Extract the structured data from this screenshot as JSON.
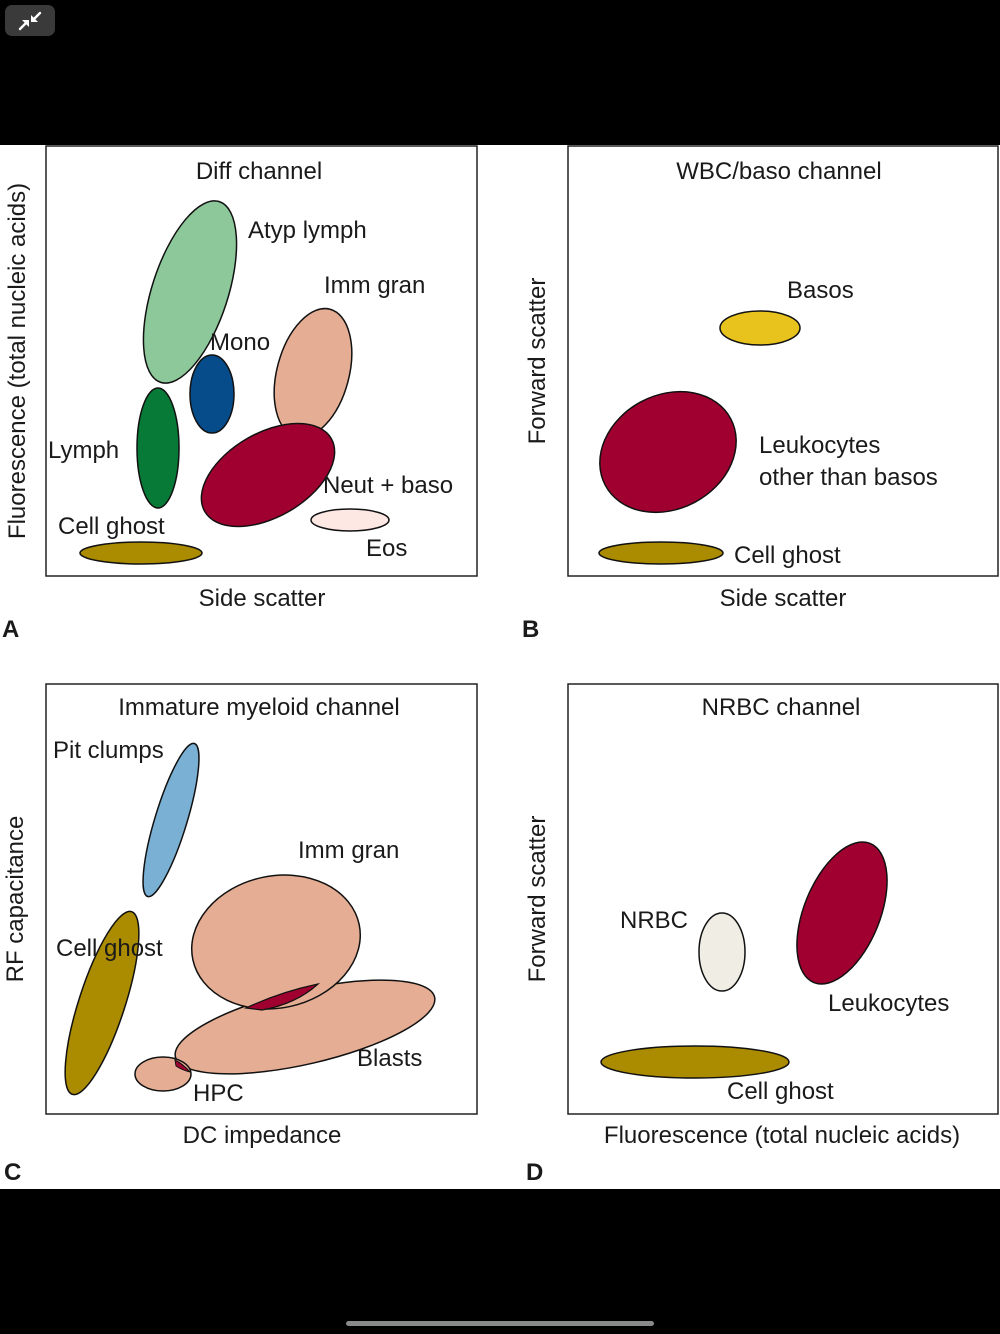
{
  "toolbar": {
    "collapse_icon": "collapse-arrows-icon"
  },
  "colors": {
    "atyp_lymph": "#8dc89a",
    "mono": "#064b8a",
    "lymph": "#067a36",
    "imm_gran": "#e5ad93",
    "neut_baso": "#a00030",
    "eos": "#fde8e4",
    "cell_ghost": "#ab8b00",
    "basos": "#e8c31e",
    "pit_clumps": "#7ab0d3",
    "nrbc": "#f0eee4"
  },
  "panels": {
    "a": {
      "letter": "A",
      "title": "Diff channel",
      "xlabel": "Side scatter",
      "ylabel": "Fluorescence (total nucleic acids)",
      "clusters": {
        "atyp_lymph": "Atyp lymph",
        "imm_gran": "Imm gran",
        "mono": "Mono",
        "lymph": "Lymph",
        "neut_baso": "Neut + baso",
        "cell_ghost": "Cell ghost",
        "eos": "Eos"
      }
    },
    "b": {
      "letter": "B",
      "title": "WBC/baso channel",
      "xlabel": "Side scatter",
      "ylabel": "Forward scatter",
      "clusters": {
        "basos": "Basos",
        "leukocytes_line1": "Leukocytes",
        "leukocytes_line2": "other than basos",
        "cell_ghost": "Cell ghost"
      }
    },
    "c": {
      "letter": "C",
      "title": "Immature myeloid channel",
      "xlabel": "DC impedance",
      "ylabel": "RF capacitance",
      "clusters": {
        "pit_clumps": "Pit clumps",
        "imm_gran": "Imm gran",
        "cell_ghost": "Cell ghost",
        "blasts": "Blasts",
        "hpc": "HPC"
      }
    },
    "d": {
      "letter": "D",
      "title": "NRBC channel",
      "xlabel": "Fluorescence (total nucleic acids)",
      "ylabel": "Forward scatter",
      "clusters": {
        "nrbc": "NRBC",
        "leukocytes": "Leukocytes",
        "cell_ghost": "Cell ghost"
      }
    }
  }
}
